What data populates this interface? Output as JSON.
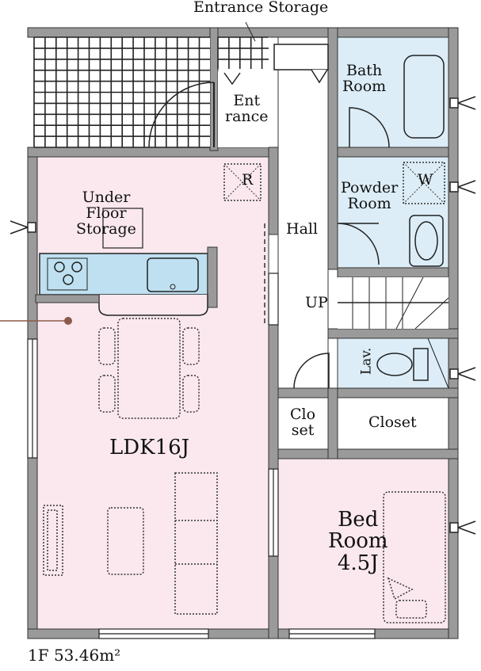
{
  "plan": {
    "labels": {
      "entrance_storage": "Entrance Storage",
      "entrance_1": "Ent",
      "entrance_2": "rance",
      "bath_1": "Bath",
      "bath_2": "Room",
      "powder_1": "Powder",
      "powder_2": "Room",
      "under_1": "Under",
      "under_2": "Floor",
      "under_3": "Storage",
      "hall": "Hall",
      "up": "UP",
      "lav": "Lav.",
      "closet_small_1": "Clo",
      "closet_small_2": "set",
      "closet": "Closet",
      "ldk": "LDK16J",
      "bed_1": "Bed",
      "bed_2": "Room",
      "bed_3": "4.5J",
      "vent_r": "R",
      "vent_w": "W"
    },
    "footer": "1F 53.46m²",
    "colors": {
      "wall": "#9a9a9a",
      "wall_outline": "#333333",
      "ldk_floor": "#fbe8ef",
      "bed_floor": "#fbe8ef",
      "wet_floor": "#dcedf7",
      "kitchen_counter": "#bfe0f0",
      "hall_floor": "#ffffff",
      "tile_line": "#222222",
      "leader_line": "#8b5a4a"
    }
  }
}
